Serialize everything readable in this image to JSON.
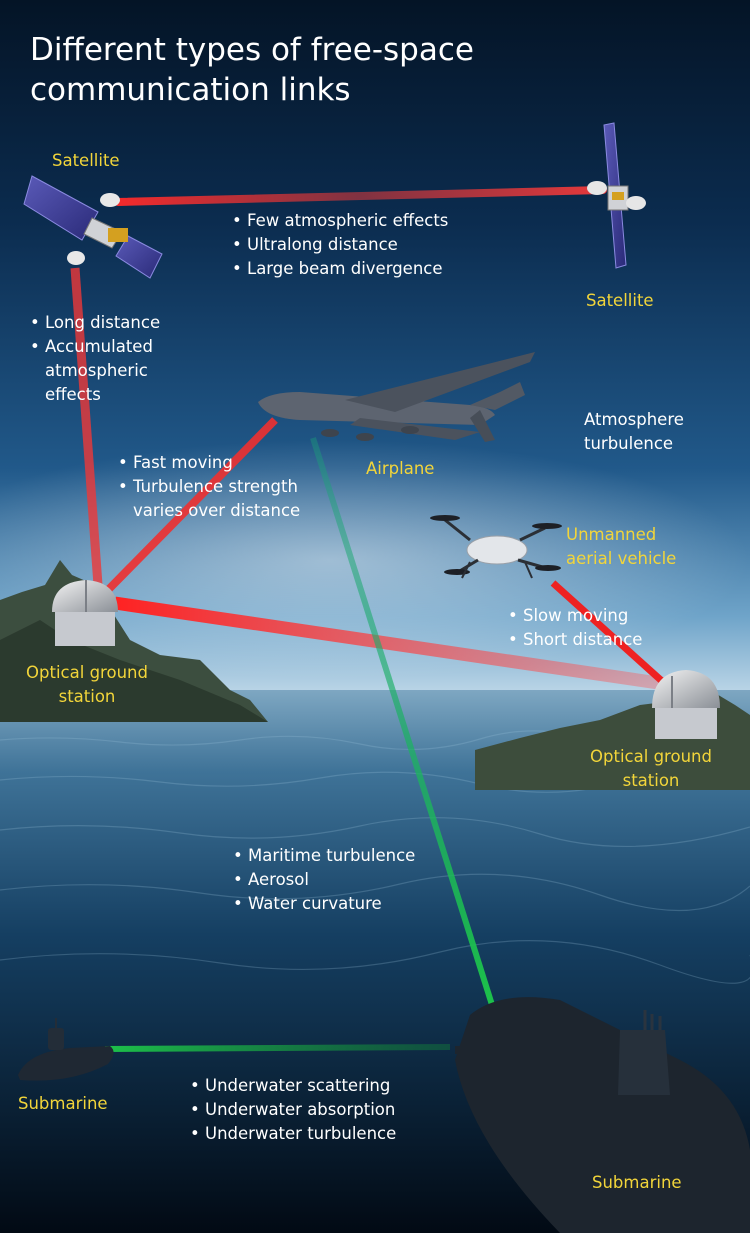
{
  "title_lines": [
    "Different types of free-space",
    "communication links"
  ],
  "labels": {
    "satellite_left": "Satellite",
    "satellite_right": "Satellite",
    "airplane": "Airplane",
    "uav": [
      "Unmanned",
      "aerial vehicle"
    ],
    "ground_left": [
      "Optical ground",
      "station"
    ],
    "ground_right": [
      "Optical ground",
      "station"
    ],
    "submarine_left": "Submarine",
    "submarine_right": "Submarine",
    "atmosphere": [
      "Atmosphere",
      "turbulence"
    ]
  },
  "notes": {
    "sat_to_sat": [
      "Few atmospheric effects",
      "Ultralong distance",
      "Large beam divergence"
    ],
    "sat_to_ground": [
      "Long distance",
      "Accumulated",
      "atmospheric",
      "effects"
    ],
    "airplane_link": [
      "Fast moving",
      "Turbulence strength",
      "varies over distance"
    ],
    "uav_link": [
      "Slow moving",
      "Short distance"
    ],
    "maritime": [
      "Maritime turbulence",
      "Aerosol",
      "Water curvature"
    ],
    "underwater": [
      "Underwater scattering",
      "Underwater absorption",
      "Underwater turbulence"
    ]
  },
  "colors": {
    "title": "#ffffff",
    "label": "#f2d53a",
    "bullet_text": "#ffffff",
    "red_beam": "#ee2222",
    "green_beam": "#1db24a",
    "sky_top": "#05182f",
    "water": "#0c3856"
  }
}
